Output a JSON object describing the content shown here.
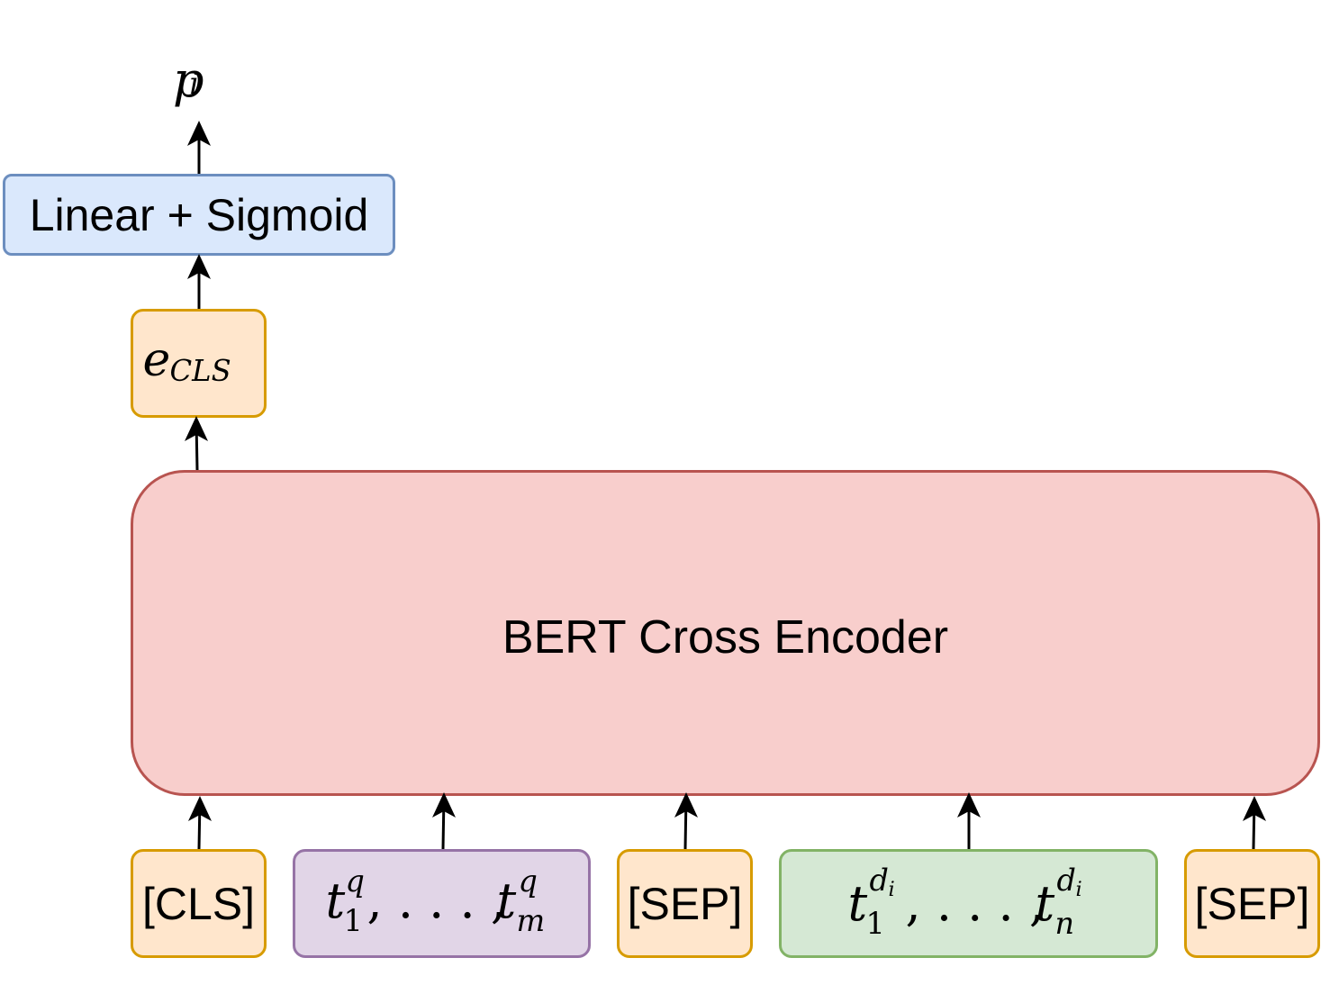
{
  "output": {
    "base": "p",
    "sub": "i"
  },
  "linear_block": {
    "label": "Linear + Sigmoid"
  },
  "embedding": {
    "base": "e",
    "sub": "CLS"
  },
  "encoder": {
    "label": "BERT Cross Encoder"
  },
  "inputs": {
    "cls_token": "[CLS]",
    "query_tokens": {
      "first": "t",
      "first_sub": "1",
      "first_sup": "q",
      "sep": ", . . . , ",
      "last": "t",
      "last_sub": "m",
      "last_sup": "q"
    },
    "sep_token_1": "[SEP]",
    "doc_tokens": {
      "first": "t",
      "first_sub": "1",
      "first_sup": "d",
      "first_sup_sub": "i",
      "sep": ", . . . , ",
      "last": "t",
      "last_sub": "n",
      "last_sup": "d",
      "last_sup_sub": "i"
    },
    "sep_token_2": "[SEP]"
  },
  "colors": {
    "linear_fill": "#dae8fc",
    "linear_stroke": "#6c8ebf",
    "token_fill": "#ffe6cc",
    "token_stroke": "#d79b00",
    "encoder_fill": "#f8cecc",
    "encoder_stroke": "#b85450",
    "query_fill": "#e1d5e7",
    "query_stroke": "#9673a6",
    "doc_fill": "#d5e8d4",
    "doc_stroke": "#82b366"
  }
}
